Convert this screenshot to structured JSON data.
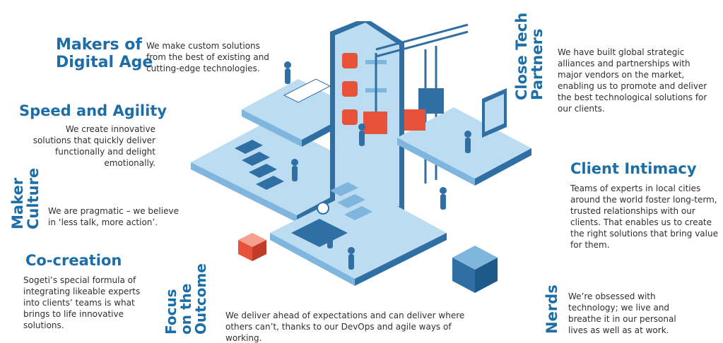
{
  "sections": {
    "makers": {
      "title": "Makers of Digital Age",
      "title_line1": "Makers of",
      "title_line2": "Digital Age",
      "text": "We make custom solutions from the best of existing and cutting-edge technologies."
    },
    "speed": {
      "title": "Speed and Agility",
      "text": "We create innovative solutions that quickly deliver functionally and delight emotionally."
    },
    "maker_culture": {
      "title_line1": "Maker",
      "title_line2": "Culture",
      "text": "We are pragmatic – we believe in ‘less talk, more action’."
    },
    "cocreation": {
      "title": "Co-creation",
      "text": "Sogeti’s special formula of integrating likeable experts into clients’ teams is what brings to life innovative solutions."
    },
    "focus": {
      "title_line1": "Focus",
      "title_line2": "on the",
      "title_line3": "Outcome",
      "text": "We deliver ahead of expectations and can deliver where others can’t, thanks to our DevOps and agile ways of working."
    },
    "partners": {
      "title_line1": "Close Tech",
      "title_line2": "Partners",
      "text": "We have built global strategic alliances and partnerships with major vendors on the market, enabling us to promote and deliver the best technological solutions for our clients."
    },
    "intimacy": {
      "title": "Client Intimacy",
      "text": "Teams of experts in local cities around the world foster long-term, trusted relationships with our clients. That enables us to create the right solutions that bring value for them."
    },
    "nerds": {
      "title": "Nerds",
      "text": "We’re obsessed with technology; we live and breathe it in our personal lives as well as at work."
    }
  },
  "colors": {
    "heading": "#1d6ea6",
    "platform_light": "#bcdcf2",
    "platform_mid": "#7fb6dd",
    "platform_dark": "#2f6fa3",
    "accent": "#e8523b"
  },
  "icons": {
    "illustration": "isometric-workplace-illustration"
  }
}
